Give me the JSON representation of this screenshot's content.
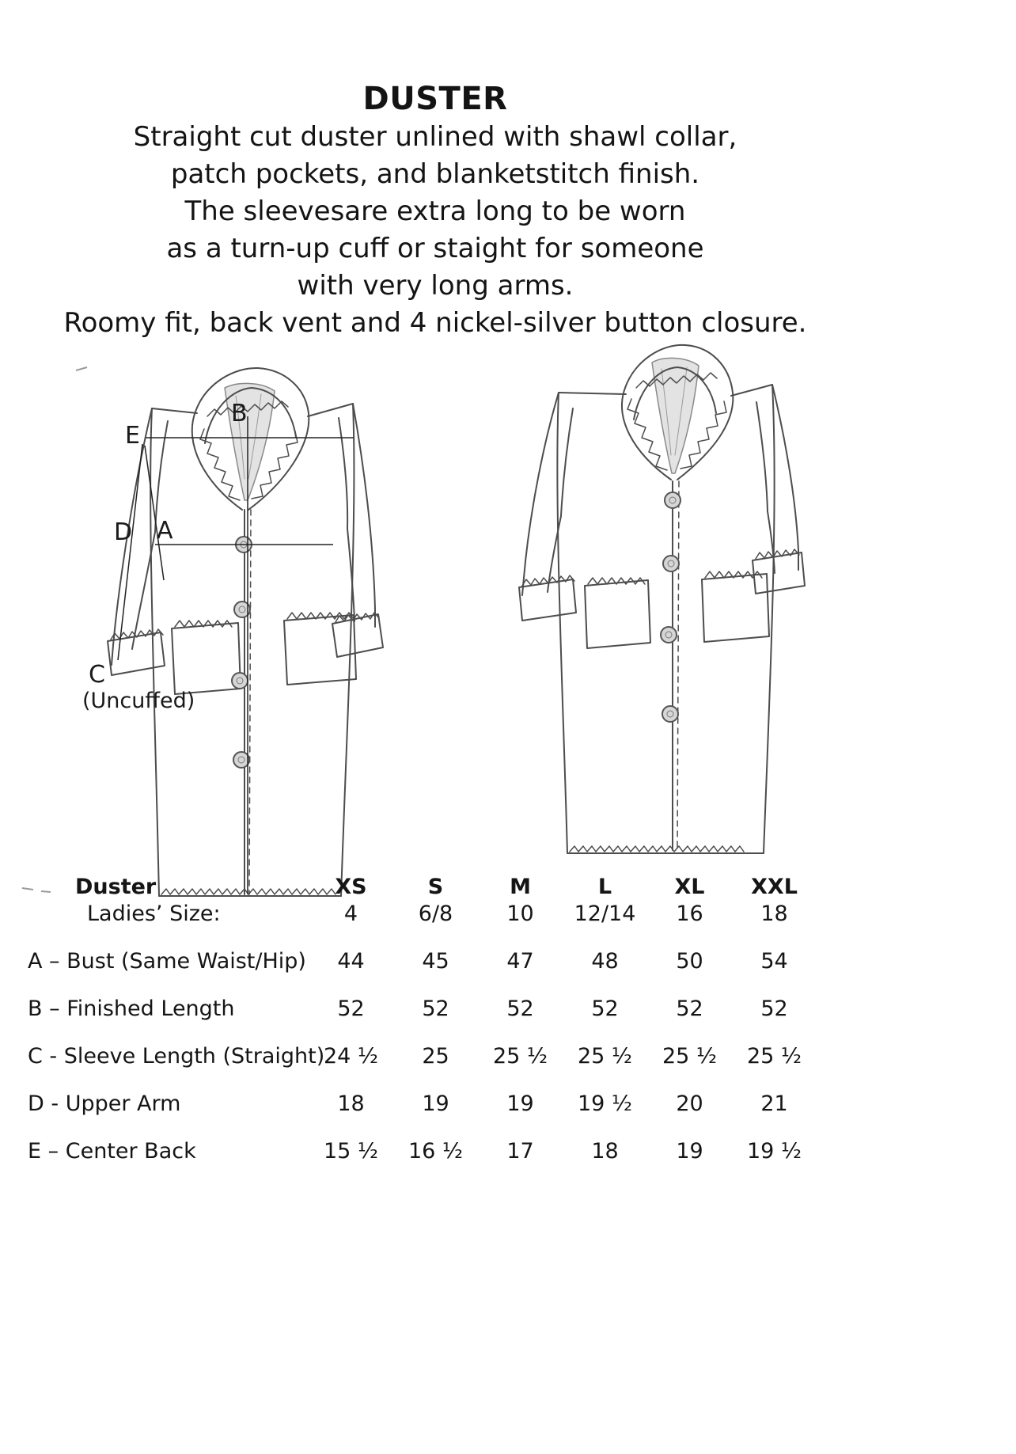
{
  "title": "DUSTER",
  "description_lines": [
    "Straight cut duster unlined with shawl collar,",
    "patch pockets, and blanketstitch finish.",
    "The sleevesare extra long to be worn",
    "as a turn-up cuff or staight for someone",
    "with very long arms.",
    "Roomy fit, back vent and 4 nickel-silver button closure."
  ],
  "diagram": {
    "labels": {
      "b": "B",
      "e": "E",
      "d": "D",
      "a": "A",
      "c": "C",
      "c_note": "(Uncuffed)"
    }
  },
  "table": {
    "product_label": "Duster",
    "size_row_label": "Ladies’ Size:",
    "sizes": [
      "XS",
      "S",
      "M",
      "L",
      "XL",
      "XXL"
    ],
    "size_numbers": [
      "4",
      "6/8",
      "10",
      "12/14",
      "16",
      "18"
    ],
    "rows": [
      {
        "label": "A – Bust (Same Waist/Hip)",
        "values": [
          "44",
          "45",
          "47",
          "48",
          "50",
          "54"
        ]
      },
      {
        "label": "B – Finished Length",
        "values": [
          "52",
          "52",
          "52",
          "52",
          "52",
          "52"
        ]
      },
      {
        "label": "C - Sleeve Length (Straight)",
        "values": [
          "24 ½",
          "25",
          "25 ½",
          "25 ½",
          "25 ½",
          "25 ½"
        ]
      },
      {
        "label": "D - Upper Arm",
        "values": [
          "18",
          "19",
          "19",
          "19 ½",
          "20",
          "21"
        ]
      },
      {
        "label": "E – Center Back",
        "values": [
          "15 ½",
          "16 ½",
          "17",
          "18",
          "19",
          "19 ½"
        ]
      }
    ]
  }
}
